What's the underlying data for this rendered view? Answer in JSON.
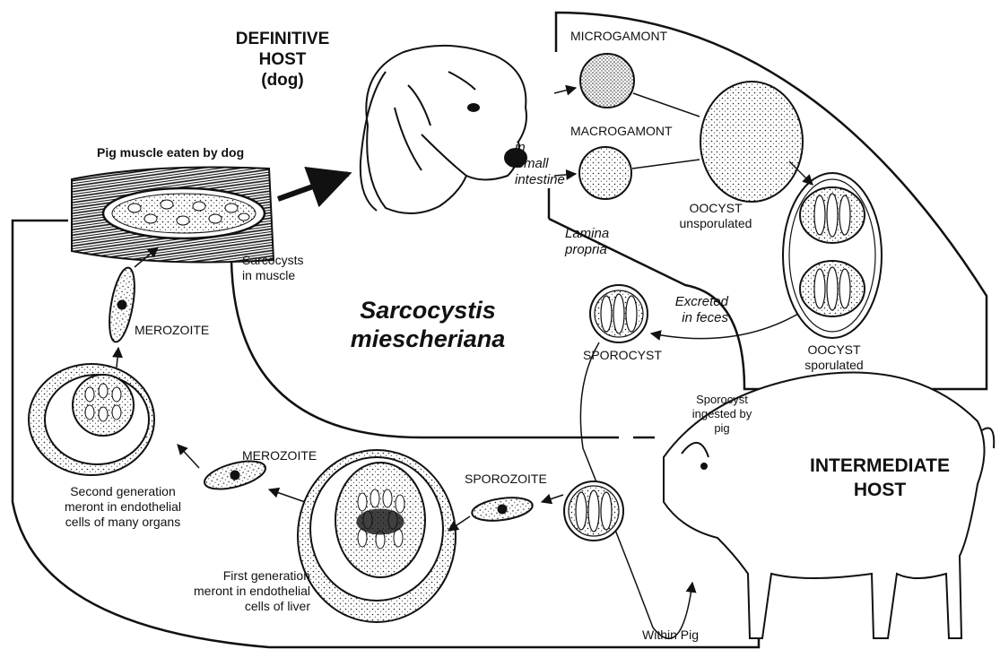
{
  "title": {
    "line1": "Sarcocystis",
    "line2": "miescheriana"
  },
  "hosts": {
    "definitive_line1": "DEFINITIVE",
    "definitive_line2": "HOST",
    "definitive_line3": "(dog)",
    "intermediate_line1": "INTERMEDIATE",
    "intermediate_line2": "HOST"
  },
  "labels": {
    "pig_muscle": "Pig muscle eaten by dog",
    "sarcocysts": "Sarcocysts\nin muscle",
    "in_small_intestine": "in\nSmall\nintestine",
    "microgamont": "MICROGAMONT",
    "macrogamont": "MACROGAMONT",
    "oocyst_unsporulated": "OOCYST\nunsporulated",
    "lamina_propria": "Lamina\npropria",
    "excreted": "Excreted\nin feces",
    "oocyst_sporulated": "OOCYST\nsporulated",
    "sporocyst": "SPOROCYST",
    "sporocyst_ingested": "Sporocyst\ningested by\npig",
    "merozoite_top": "MEROZOITE",
    "merozoite_bottom": "MEROZOITE",
    "sporozoite": "SPOROZOITE",
    "second_gen": "Second generation\nmeront in endothelial\ncells of many organs",
    "first_gen": "First generation\nmeront in endothelial\ncells of liver",
    "within_pig": "Within Pig"
  },
  "colors": {
    "ink": "#111111",
    "paper": "#ffffff"
  }
}
